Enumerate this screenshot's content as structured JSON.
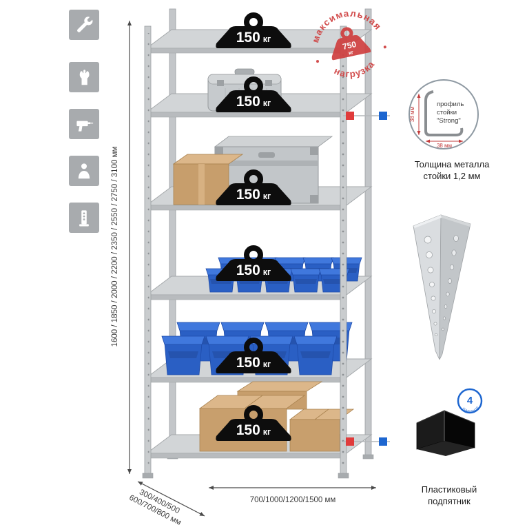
{
  "meta": {
    "type": "product-infographic",
    "subject": "металлический стеллаж"
  },
  "left_icons": [
    {
      "name": "wrench-icon"
    },
    {
      "name": "glove-icon"
    },
    {
      "name": "drill-icon"
    },
    {
      "name": "person-icon"
    },
    {
      "name": "post-icon"
    }
  ],
  "rack": {
    "badge_value": "150",
    "badge_unit": "кг",
    "shelf_count": 6
  },
  "stamp": {
    "top": "максимальная",
    "bottom": "нагрузка",
    "value": "750",
    "unit": "кг"
  },
  "dimensions": {
    "height": "1600 / 1850 / 2000 / 2200 / 2350 / 2550 / 2750 / 3100 мм",
    "depth_line1": "300/400/500",
    "depth_line2": "600/700/800 мм",
    "width": "700/1000/1200/1500 мм"
  },
  "profile_detail": {
    "line1": "профиль",
    "line2": "стойки",
    "line3": "\"Strong\"",
    "dim_vertical": "38 мм",
    "dim_horizontal": "38 мм",
    "caption_line1": "Толщина металла",
    "caption_line2": "стойки 1,2 мм"
  },
  "foot_detail": {
    "badge_number": "4",
    "badge_text": "в комплекте",
    "caption_line1": "Пластиковый",
    "caption_line2": "подпятник"
  },
  "colors": {
    "accent_red": "#cf4040",
    "marker_red": "#e03b3b",
    "accent_blue": "#1d66d0",
    "metal_gray": "#c6cacd",
    "bin_blue": "#2a5fc4",
    "cardboard": "#c89f6d"
  }
}
